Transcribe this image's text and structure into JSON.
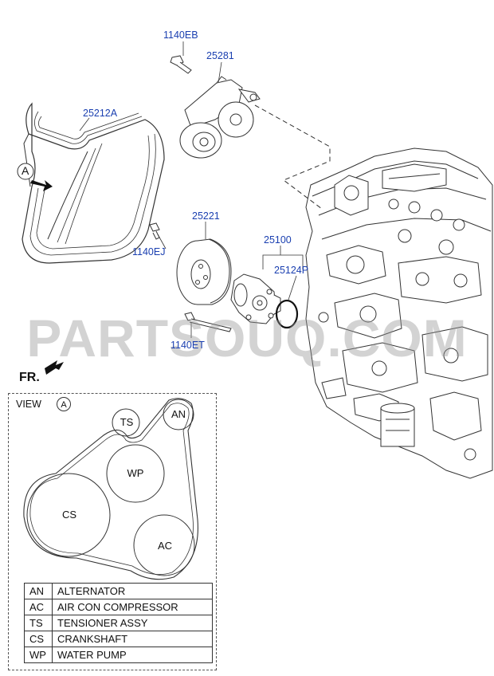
{
  "parts": {
    "bolt_tensioner": "1140EB",
    "tensioner": "25281",
    "belt": "25212A",
    "pulley": "25221",
    "bolt_pulley": "1140EJ",
    "water_pump": "25100",
    "gasket": "25124P",
    "bolt_pump": "1140ET"
  },
  "arrow_view_letter": "A",
  "front_label": "FR.",
  "watermark": "PARTSOUQ.COM",
  "view": {
    "label": "VIEW",
    "letter": "A",
    "pulleys": {
      "ts": "TS",
      "an": "AN",
      "wp": "WP",
      "cs": "CS",
      "ac": "AC"
    }
  },
  "legend": [
    {
      "abbr": "AN",
      "desc": "ALTERNATOR"
    },
    {
      "abbr": "AC",
      "desc": "AIR CON COMPRESSOR"
    },
    {
      "abbr": "TS",
      "desc": "TENSIONER ASSY"
    },
    {
      "abbr": "CS",
      "desc": "CRANKSHAFT"
    },
    {
      "abbr": "WP",
      "desc": " WATER PUMP"
    }
  ]
}
